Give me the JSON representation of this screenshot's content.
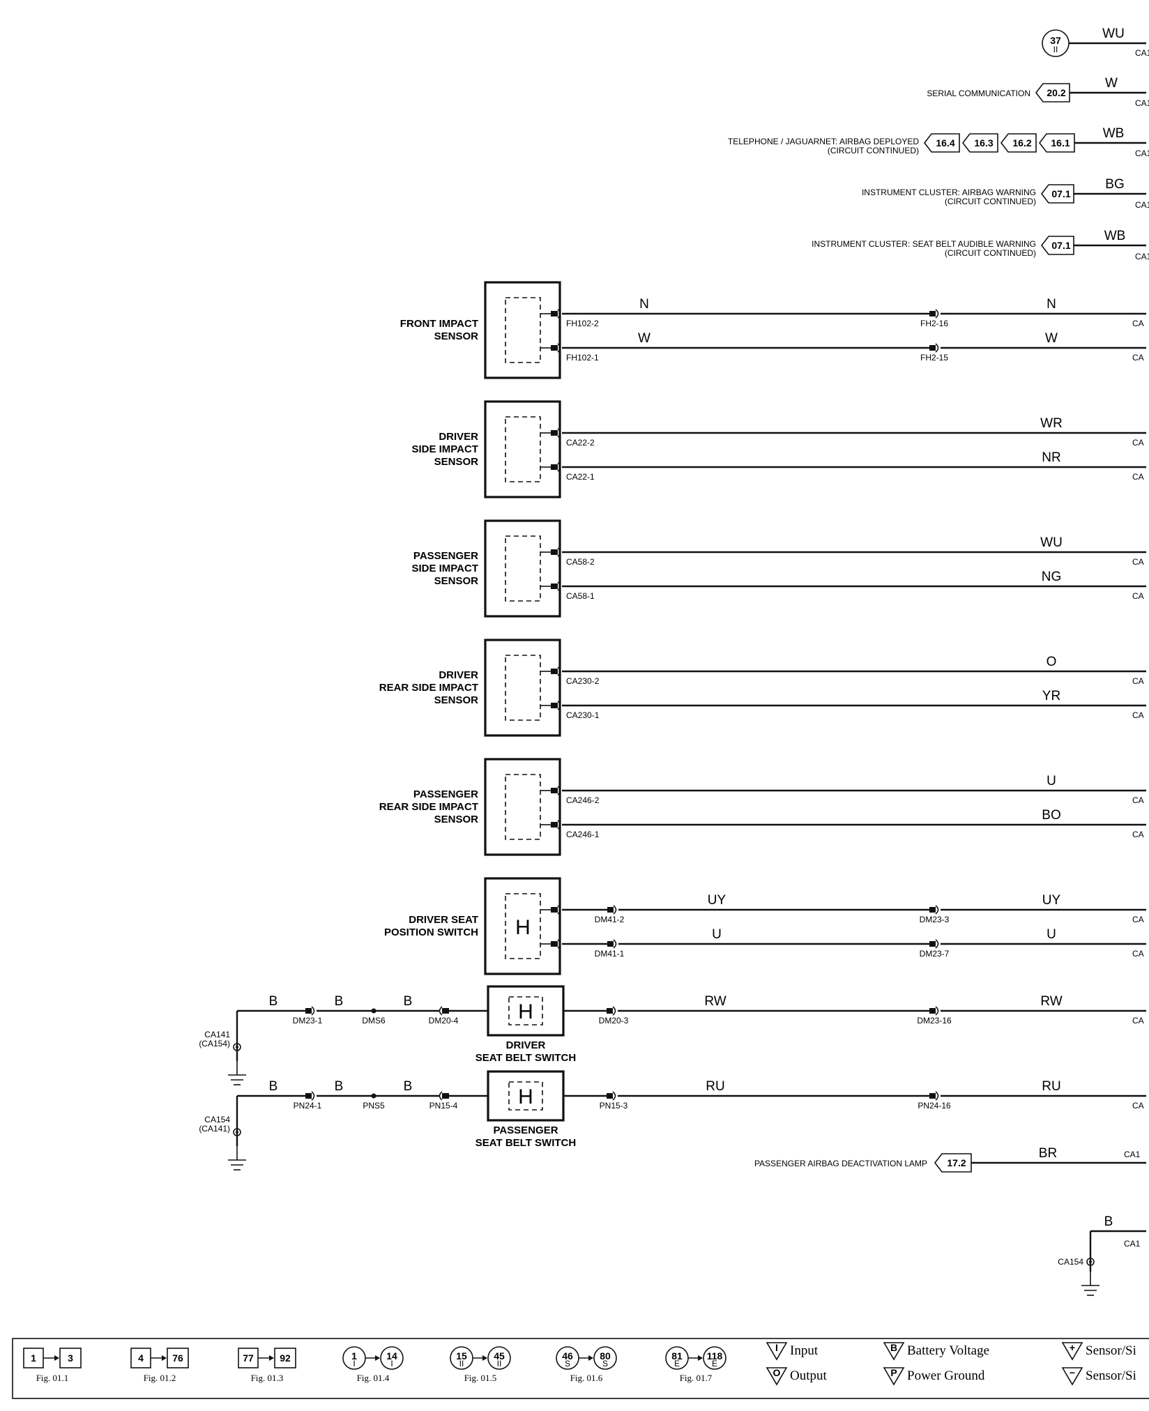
{
  "header_refs": [
    {
      "id": "ref-37",
      "value": "37",
      "sub": "II",
      "wire": "WU",
      "conn": "CA1",
      "caption": "",
      "captions": []
    },
    {
      "id": "ref-serial",
      "value": "20.2",
      "wire": "W",
      "conn": "CA1",
      "captions": [
        "SERIAL COMMUNICATION"
      ]
    },
    {
      "id": "ref-telephone",
      "values": [
        "16.4",
        "16.3",
        "16.2",
        "16.1"
      ],
      "wire": "WB",
      "conn": "CA1",
      "captions": [
        "TELEPHONE / JAGUARNET: AIRBAG DEPLOYED",
        "(CIRCUIT CONTINUED)"
      ]
    },
    {
      "id": "ref-airbag-warning",
      "value": "07.1",
      "wire": "BG",
      "conn": "CA1",
      "captions": [
        "INSTRUMENT CLUSTER: AIRBAG WARNING",
        "(CIRCUIT CONTINUED)"
      ]
    },
    {
      "id": "ref-seatbelt-warning",
      "value": "07.1",
      "wire": "WB",
      "conn": "CA1",
      "captions": [
        "INSTRUMENT CLUSTER: SEAT BELT AUDIBLE WARNING",
        "(CIRCUIT CONTINUED)"
      ]
    }
  ],
  "sensors": [
    {
      "id": "front-impact-sensor",
      "label": [
        "FRONT IMPACT",
        "SENSOR"
      ],
      "symbol": "",
      "wires": [
        {
          "pin": "FH102-2",
          "color": "N",
          "mid_conn": "FH2-16",
          "color2": "N",
          "end": "CA"
        },
        {
          "pin": "FH102-1",
          "color": "W",
          "mid_conn": "FH2-15",
          "color2": "W",
          "end": "CA"
        }
      ]
    },
    {
      "id": "driver-side-impact-sensor",
      "label": [
        "DRIVER",
        "SIDE IMPACT",
        "SENSOR"
      ],
      "symbol": "",
      "wires": [
        {
          "pin": "CA22-2",
          "color": "",
          "mid_conn": "",
          "color2": "WR",
          "end": "CA"
        },
        {
          "pin": "CA22-1",
          "color": "",
          "mid_conn": "",
          "color2": "NR",
          "end": "CA"
        }
      ]
    },
    {
      "id": "passenger-side-impact-sensor",
      "label": [
        "PASSENGER",
        "SIDE IMPACT",
        "SENSOR"
      ],
      "symbol": "",
      "wires": [
        {
          "pin": "CA58-2",
          "color": "",
          "mid_conn": "",
          "color2": "WU",
          "end": "CA"
        },
        {
          "pin": "CA58-1",
          "color": "",
          "mid_conn": "",
          "color2": "NG",
          "end": "CA"
        }
      ]
    },
    {
      "id": "driver-rear-side-impact-sensor",
      "label": [
        "DRIVER",
        "REAR SIDE IMPACT",
        "SENSOR"
      ],
      "symbol": "",
      "wires": [
        {
          "pin": "CA230-2",
          "color": "",
          "mid_conn": "",
          "color2": "O",
          "end": "CA"
        },
        {
          "pin": "CA230-1",
          "color": "",
          "mid_conn": "",
          "color2": "YR",
          "end": "CA"
        }
      ]
    },
    {
      "id": "passenger-rear-side-impact-sensor",
      "label": [
        "PASSENGER",
        "REAR SIDE IMPACT",
        "SENSOR"
      ],
      "symbol": "",
      "wires": [
        {
          "pin": "CA246-2",
          "color": "",
          "mid_conn": "",
          "color2": "U",
          "end": "CA"
        },
        {
          "pin": "CA246-1",
          "color": "",
          "mid_conn": "",
          "color2": "BO",
          "end": "CA"
        }
      ]
    },
    {
      "id": "driver-seat-position-switch",
      "label": [
        "DRIVER SEAT",
        "POSITION SWITCH"
      ],
      "symbol": "H",
      "wires": [
        {
          "pin": "DM41-2",
          "color": "UY",
          "mid_conn": "DM23-3",
          "color2": "UY",
          "end": "CA"
        },
        {
          "pin": "DM41-1",
          "color": "U",
          "mid_conn": "DM23-7",
          "color2": "U",
          "end": "CA"
        }
      ]
    }
  ],
  "belt_switches": [
    {
      "id": "driver-seat-belt-switch",
      "label": [
        "DRIVER",
        "SEAT BELT SWITCH"
      ],
      "symbol": "H",
      "ground": [
        "CA141",
        "(CA154)"
      ],
      "g_wire": "B",
      "c1": "DM23-1",
      "w2": "B",
      "splice": "DMS6",
      "w3": "B",
      "c2": "DM20-4",
      "c3": "DM20-3",
      "out_color": "RW",
      "c4": "DM23-16",
      "out_color2": "RW",
      "end": "CA"
    },
    {
      "id": "passenger-seat-belt-switch",
      "label": [
        "PASSENGER",
        "SEAT BELT SWITCH"
      ],
      "symbol": "H",
      "ground": [
        "CA154",
        "(CA141)"
      ],
      "g_wire": "B",
      "c1": "PN24-1",
      "w2": "B",
      "splice": "PNS5",
      "w3": "B",
      "c2": "PN15-4",
      "c3": "PN15-3",
      "out_color": "RU",
      "c4": "PN24-16",
      "out_color2": "RU",
      "end": "CA"
    }
  ],
  "lamp_ref": {
    "caption": "PASSENGER AIRBAG DEACTIVATION LAMP",
    "value": "17.2",
    "wire": "BR",
    "conn": "CA1"
  },
  "bottom_ground": {
    "wire": "B",
    "conn": "CA1",
    "label": "CA154"
  },
  "legend": {
    "figs": [
      {
        "from": "1",
        "to": "3",
        "shape": "square",
        "fig": "Fig. 01.1"
      },
      {
        "from": "4",
        "to": "76",
        "shape": "square",
        "fig": "Fig. 01.2"
      },
      {
        "from": "77",
        "to": "92",
        "shape": "square",
        "fig": "Fig. 01.3"
      },
      {
        "from": "1",
        "to": "14",
        "sub": "I",
        "shape": "circle",
        "fig": "Fig. 01.4"
      },
      {
        "from": "15",
        "to": "45",
        "sub": "II",
        "shape": "circle",
        "fig": "Fig. 01.5"
      },
      {
        "from": "46",
        "to": "80",
        "sub": "S",
        "shape": "circle",
        "fig": "Fig. 01.6"
      },
      {
        "from": "81",
        "to": "118",
        "sub": "E",
        "shape": "circle",
        "fig": "Fig. 01.7"
      }
    ],
    "symbols": [
      {
        "glyph": "I",
        "label": "Input"
      },
      {
        "glyph": "O",
        "label": "Output"
      },
      {
        "glyph": "B",
        "label": "Battery Voltage"
      },
      {
        "glyph": "P",
        "label": "Power Ground"
      },
      {
        "glyph": "+",
        "label": "Sensor/Si"
      },
      {
        "glyph": "−",
        "label": "Sensor/Si"
      }
    ]
  }
}
